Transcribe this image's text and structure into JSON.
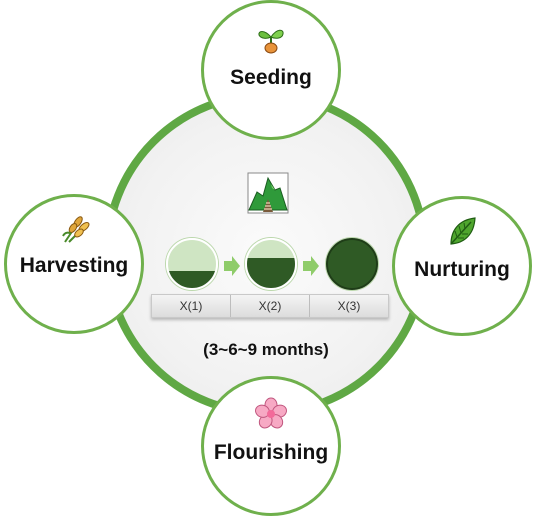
{
  "nodes": {
    "seeding": {
      "label": "Seeding",
      "icon": "seedling-icon"
    },
    "nurturing": {
      "label": "Nurturing",
      "icon": "leaf-icon"
    },
    "harvesting": {
      "label": "Harvesting",
      "icon": "wheat-icon"
    },
    "flourishing": {
      "label": "Flourishing",
      "icon": "flower-icon"
    }
  },
  "center": {
    "icon": "mountain-railway-icon",
    "stages": [
      {
        "label": "X(1)",
        "fill_fraction": 0.35
      },
      {
        "label": "X(2)",
        "fill_fraction": 0.62
      },
      {
        "label": "X(3)",
        "fill_fraction": 1.0
      }
    ],
    "duration": "(3~6~9 months)"
  },
  "colors": {
    "ring": "#5fa844",
    "node_border": "#6fb04c",
    "stage_light": "#cfe5c3",
    "stage_dark": "#2f5a25",
    "arrow": "#8fcc6a"
  }
}
